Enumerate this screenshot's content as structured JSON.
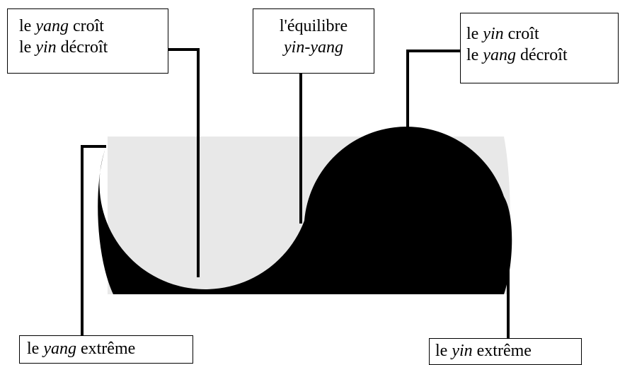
{
  "labels": {
    "yang_grows": {
      "line1": [
        "le ",
        "yang",
        " croît"
      ],
      "line2": [
        "le ",
        "yin",
        " décroît"
      ]
    },
    "balance": {
      "line1": "l'équilibre",
      "line2": "yin-yang"
    },
    "yin_grows": {
      "line1": [
        "le ",
        "yin",
        " croît"
      ],
      "line2": [
        "le ",
        "yang",
        " décroît"
      ]
    },
    "yang_extreme": [
      "le ",
      "yang",
      " extrême"
    ],
    "yin_extreme": [
      "le ",
      "yin",
      " extrême"
    ]
  },
  "colors": {
    "yin": "#000000",
    "yang": "#e8e8e8",
    "connector": "#000000",
    "background": "#ffffff"
  }
}
